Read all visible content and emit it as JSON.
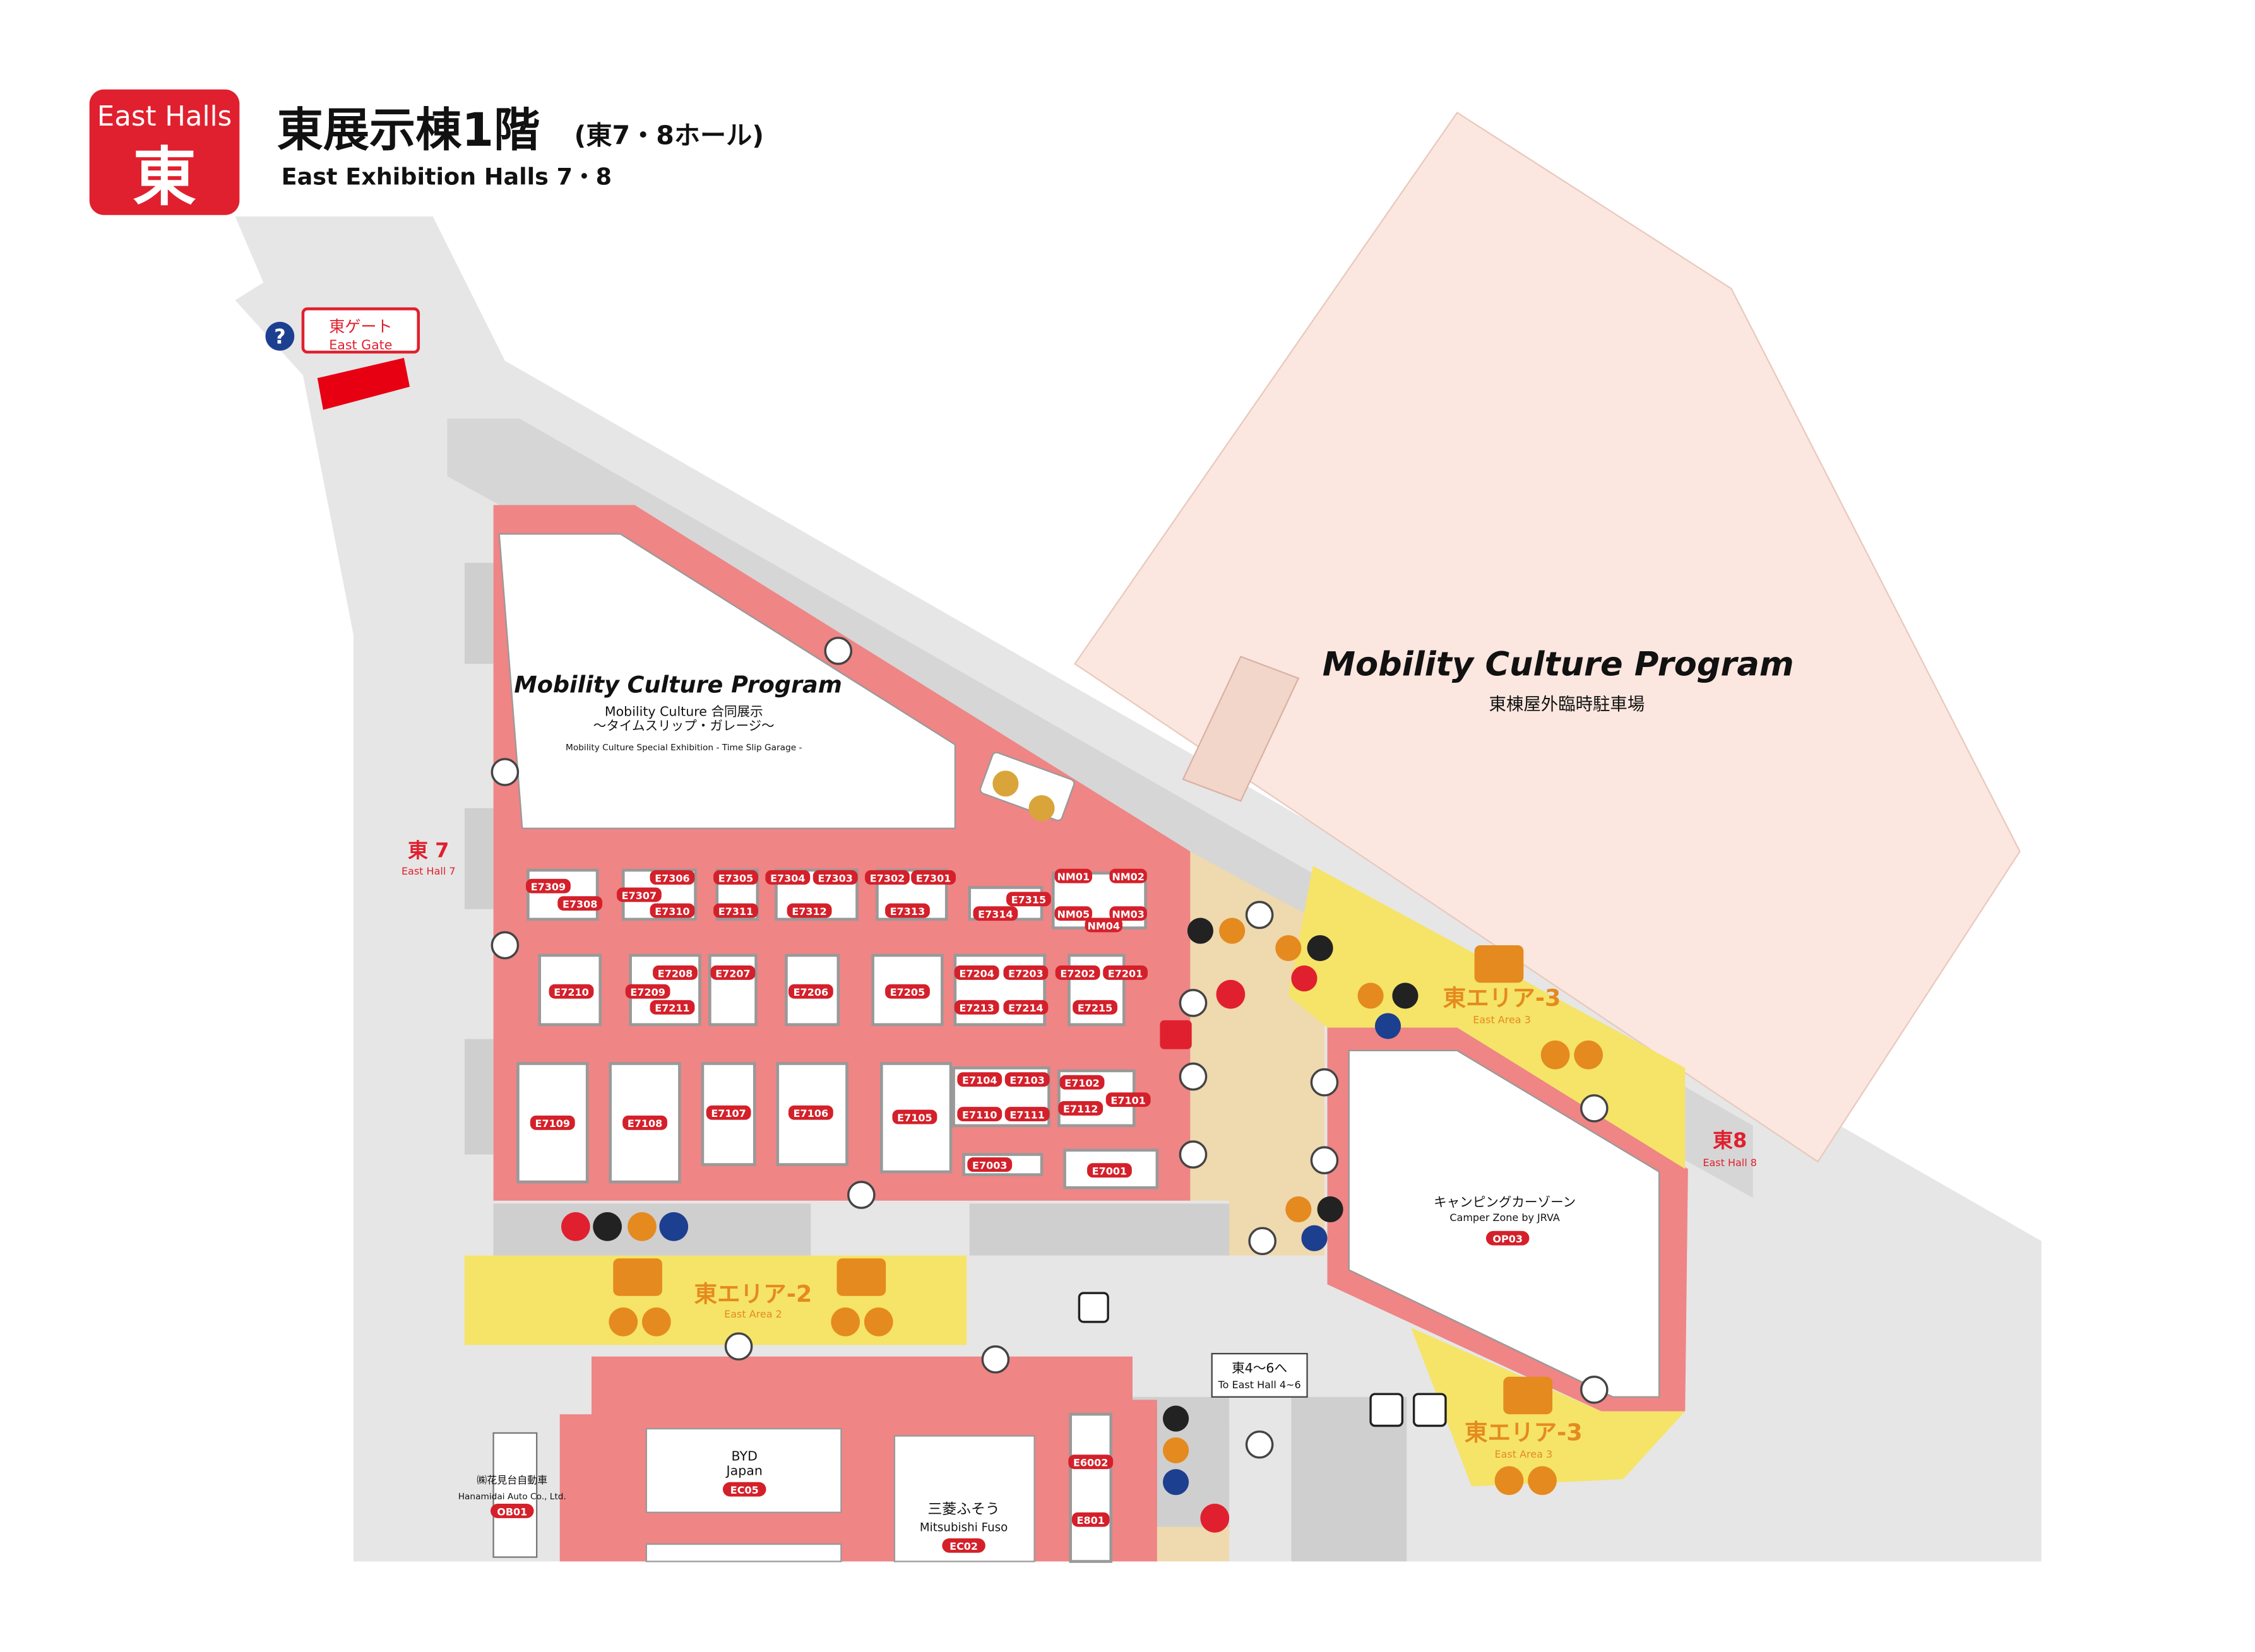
{
  "header": {
    "badge_en": "East Halls",
    "badge_jp": "東",
    "title_jp": "東展示棟1階",
    "title_sub_jp": "(東7・8ホール)",
    "title_en": "East Exhibition Halls 7・8"
  },
  "gate": {
    "jp": "東ゲート",
    "en": "East Gate"
  },
  "halls": {
    "hall7_jp": "東 7",
    "hall7_en": "East Hall 7",
    "hall8_jp": "東8",
    "hall8_en": "East Hall 8"
  },
  "mcp_inner": {
    "logo": "Mobility Culture Program",
    "line1": "Mobility Culture 合同展示",
    "line2": "～タイムスリップ・ガレージ～",
    "line3": "Mobility Culture Special Exhibition - Time Slip Garage -"
  },
  "mcp_outer": {
    "logo": "Mobility Culture Program",
    "line1": "東棟屋外臨時駐車場"
  },
  "areas": {
    "area2_jp": "東エリア-2",
    "area2_en": "East Area 2",
    "area3_jp": "東エリア-3",
    "area3_en": "East Area 3"
  },
  "camper": {
    "jp": "キャンピングカーゾーン",
    "en": "Camper Zone by JRVA",
    "code": "OP03"
  },
  "to_east": {
    "jp": "東4～6へ",
    "en": "To East Hall 4~6"
  },
  "exhibitors": {
    "byd_1": "BYD",
    "byd_2": "Japan",
    "byd_code": "EC05",
    "fuso_jp": "三菱ふそう",
    "fuso_en": "Mitsubishi Fuso",
    "fuso_code": "EC02",
    "hana_jp": "㈱花見台自動車",
    "hana_en": "Hanamidai Auto Co., Ltd.",
    "hana_code": "OB01"
  },
  "booths": [
    {
      "code": "E7309"
    },
    {
      "code": "E7308"
    },
    {
      "code": "E7307"
    },
    {
      "code": "E7306"
    },
    {
      "code": "E7310"
    },
    {
      "code": "E7305"
    },
    {
      "code": "E7311"
    },
    {
      "code": "E7304"
    },
    {
      "code": "E7303"
    },
    {
      "code": "E7312"
    },
    {
      "code": "E7302"
    },
    {
      "code": "E7301"
    },
    {
      "code": "E7313"
    },
    {
      "code": "E7314"
    },
    {
      "code": "E7315"
    },
    {
      "code": "NM01"
    },
    {
      "code": "NM02"
    },
    {
      "code": "NM05"
    },
    {
      "code": "NM03"
    },
    {
      "code": "NM04"
    },
    {
      "code": "E7210"
    },
    {
      "code": "E7209"
    },
    {
      "code": "E7208"
    },
    {
      "code": "E7211"
    },
    {
      "code": "E7207"
    },
    {
      "code": "E7206"
    },
    {
      "code": "E7205"
    },
    {
      "code": "E7204"
    },
    {
      "code": "E7203"
    },
    {
      "code": "E7202"
    },
    {
      "code": "E7201"
    },
    {
      "code": "E7213"
    },
    {
      "code": "E7214"
    },
    {
      "code": "E7215"
    },
    {
      "code": "E7109"
    },
    {
      "code": "E7108"
    },
    {
      "code": "E7107"
    },
    {
      "code": "E7106"
    },
    {
      "code": "E7105"
    },
    {
      "code": "E7104"
    },
    {
      "code": "E7103"
    },
    {
      "code": "E7102"
    },
    {
      "code": "E7110"
    },
    {
      "code": "E7111"
    },
    {
      "code": "E7112"
    },
    {
      "code": "E7101"
    },
    {
      "code": "E7003"
    },
    {
      "code": "E7001"
    },
    {
      "code": "E6002"
    },
    {
      "code": "E801"
    }
  ],
  "colors": {
    "hall_red": "#ef8585",
    "area_yellow": "#f5e468",
    "corridor_beige": "#efd9ae",
    "parking_pink": "#fbe7df",
    "path_gray": "#e6e6e6",
    "dark_gray": "#c9c9c9",
    "brand_red": "#e0202e",
    "brand_orange": "#e58a1f"
  }
}
